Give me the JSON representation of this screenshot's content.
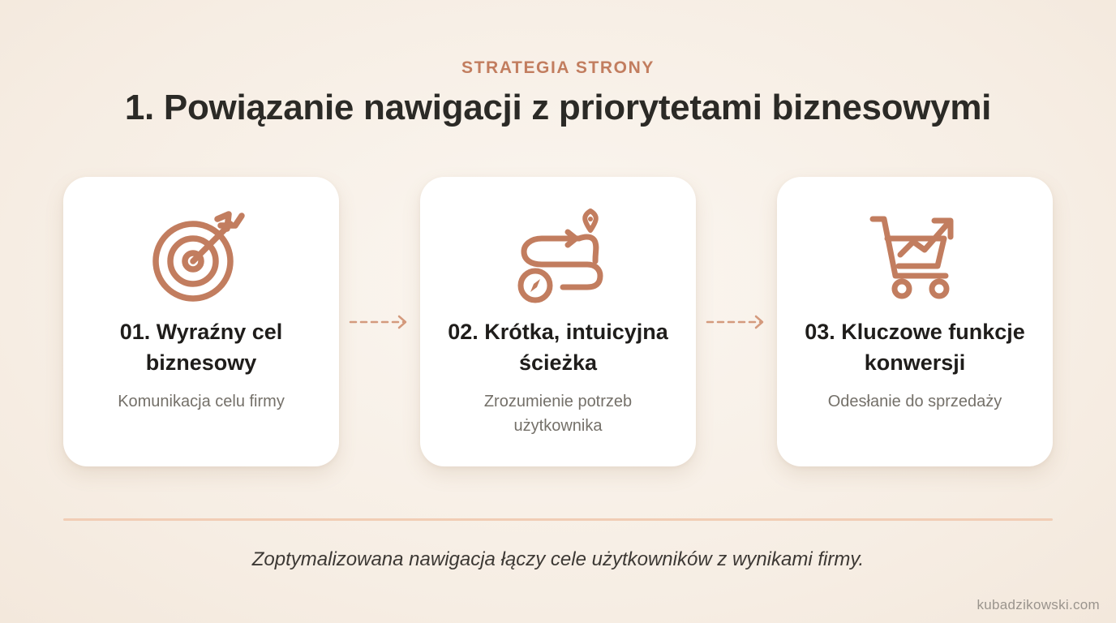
{
  "header": {
    "eyebrow": "STRATEGIA STRONY",
    "title": "1. Powiązanie nawigacji z priorytetami biznesowymi"
  },
  "steps": [
    {
      "icon": "target-icon",
      "title": "01. Wyraźny cel biznesowy",
      "description": "Komunikacja celu firmy"
    },
    {
      "icon": "route-icon",
      "title": "02. Krótka, intuicyjna ścieżka",
      "description": "Zrozumienie potrzeb użytkownika"
    },
    {
      "icon": "cart-growth-icon",
      "title": "03. Kluczowe funkcje konwersji",
      "description": "Odesłanie do sprzedaży"
    }
  ],
  "footer": {
    "summary": "Zoptymalizowana nawigacja łączy cele użytkowników z wynikami firmy.",
    "brand": "kubadzikowski.com"
  },
  "colors": {
    "accent": "#c27d5f",
    "background": "#f7efe6",
    "card": "#ffffff",
    "divider": "#f1cdb5"
  }
}
